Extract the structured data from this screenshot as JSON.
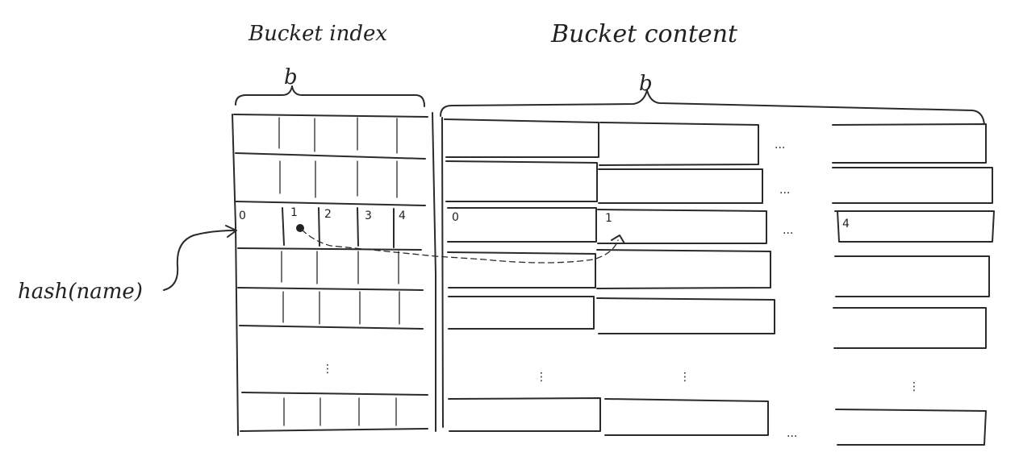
{
  "titles": {
    "bucket_index": "Bucket index",
    "bucket_content": "Bucket content"
  },
  "brace_labels": {
    "index_width": "b",
    "content_width": "b"
  },
  "hash_label": "hash(name)",
  "slot_numbers": [
    "0",
    "1",
    "2",
    "3",
    "4"
  ],
  "content_slot_numbers": {
    "first": "0",
    "second": "1",
    "last": "4"
  },
  "continuation": {
    "horizontal": "...",
    "vertical": "⋮"
  }
}
